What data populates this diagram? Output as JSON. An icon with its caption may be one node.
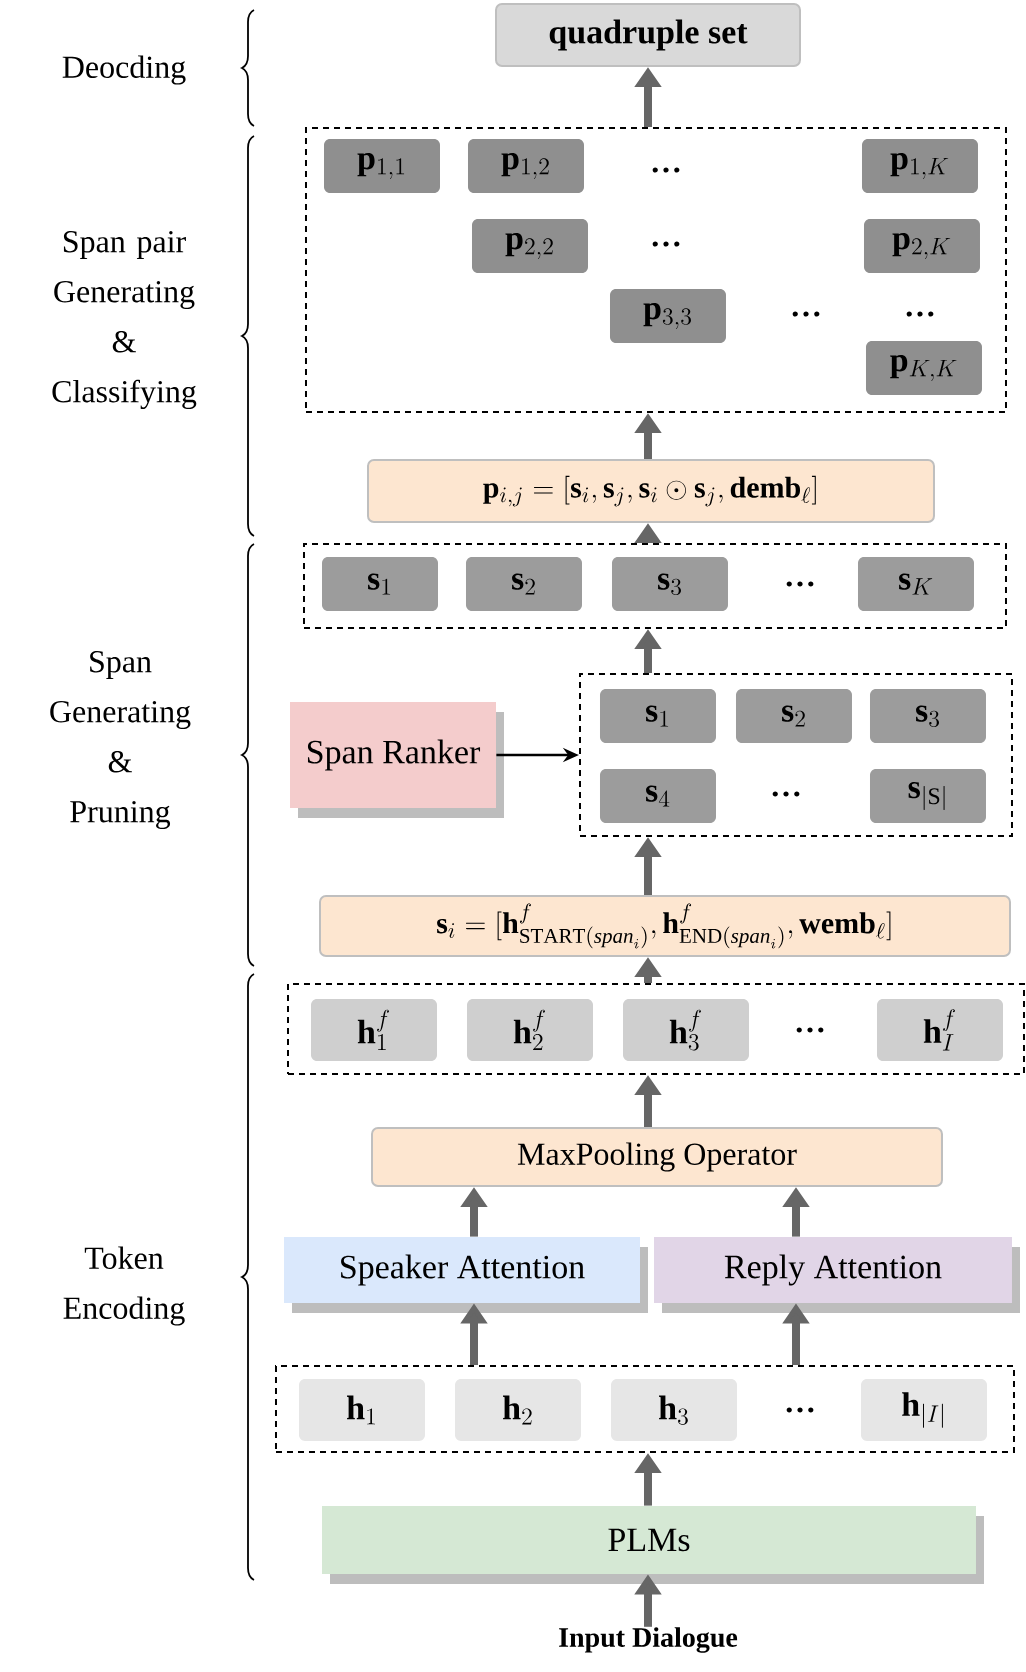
{
  "diagram": {
    "nodes": [
      {
        "text": [
          "quadruple set"
        ]
      },
      {
        "text": [],
        "shape": "box"
      },
      {
        "text": [
          "\\mathbf{p}_{1,1}"
        ],
        "in": 1
      },
      {
        "text": [
          "\\mathbf{p}_{1,2}"
        ],
        "in": 1
      },
      {
        "text": [
          "\\mathbf{p}_{1,K}"
        ],
        "in": 1
      },
      {
        "text": [
          "\\mathbf{p}_{2,2}"
        ],
        "in": 1
      },
      {
        "text": [
          "\\mathbf{p}_{2,K}"
        ],
        "in": 1
      },
      {
        "text": [
          "\\mathbf{p}_{3,3}"
        ],
        "in": 1
      },
      {
        "text": [
          "\\mathbf{p}_{K,K}"
        ],
        "in": 1
      },
      {
        "text": [
          "\\mathbf{p}_{i,j} = [\\mathbf{s}_i, \\mathbf{s}_j, \\mathbf{s}_i \\odot \\mathbf{s}_j, \\mathbf{demb}_\\ell]"
        ]
      },
      {
        "text": [],
        "shape": "box"
      },
      {
        "text": [
          "\\mathbf{s}_1"
        ],
        "in": 10
      },
      {
        "text": [
          "\\mathbf{s}_2"
        ],
        "in": 10
      },
      {
        "text": [
          "\\mathbf{s}_3"
        ],
        "in": 10
      },
      {
        "text": [
          "\\mathbf{s}_K"
        ],
        "in": 10
      },
      {
        "text": [
          "Span Ranker"
        ]
      },
      {
        "text": [],
        "shape": "box"
      },
      {
        "text": [
          "\\mathbf{s}_1"
        ],
        "in": 16
      },
      {
        "text": [
          "\\mathbf{s}_2"
        ],
        "in": 16
      },
      {
        "text": [
          "\\mathbf{s}_3"
        ],
        "in": 16
      },
      {
        "text": [
          "\\mathbf{s}_4"
        ],
        "in": 16
      },
      {
        "text": [
          "\\mathbf{s}_{|\\mathrm{S}|}"
        ],
        "in": 16
      },
      {
        "text": [
          "\\mathbf{s}_i = [\\mathbf{h}^f_{\\mathrm{START}(\\mathit{span}_i)}, \\mathbf{h}^f_{\\mathrm{END}(\\mathit{span}_i)}, \\mathbf{wemb}_\\ell]"
        ]
      },
      {
        "text": [],
        "shape": "box"
      },
      {
        "text": [
          "\\mathbf{h}^f_1"
        ],
        "in": 23
      },
      {
        "text": [
          "\\mathbf{h}^f_2"
        ],
        "in": 23
      },
      {
        "text": [
          "\\mathbf{h}^f_3"
        ],
        "in": 23
      },
      {
        "text": [
          "\\mathbf{h}^f_I"
        ],
        "in": 23
      },
      {
        "text": [
          "MaxPooling Operator"
        ]
      },
      {
        "text": [
          "Speaker Attention"
        ]
      },
      {
        "text": [
          "Reply Attention"
        ]
      },
      {
        "text": [],
        "shape": "box"
      },
      {
        "text": [
          "\\mathbf{h}_1"
        ],
        "in": 31
      },
      {
        "text": [
          "\\mathbf{h}_2"
        ],
        "in": 31
      },
      {
        "text": [
          "\\mathbf{h}_3"
        ],
        "in": 31
      },
      {
        "text": [
          "\\mathbf{h}_{|I|}"
        ],
        "in": 31
      },
      {
        "text": [
          "PLMs"
        ]
      },
      {
        "text": [
          "Input Dialogue"
        ]
      }
    ],
    "edges": [
      {
        "from": 1,
        "to": 0,
        "arrow": "to"
      },
      {
        "from": 9,
        "to": 1,
        "arrow": "to"
      },
      {
        "from": 10,
        "to": 9,
        "arrow": "to"
      },
      {
        "from": 16,
        "to": 10,
        "arrow": "to"
      },
      {
        "from": 15,
        "to": 16,
        "arrow": "to",
        "color": "#000000"
      },
      {
        "from": 22,
        "to": 16,
        "arrow": "to"
      },
      {
        "from": 23,
        "to": 22,
        "arrow": "to"
      },
      {
        "from": 28,
        "to": 23,
        "arrow": "to"
      },
      {
        "from": 29,
        "to": 28,
        "arrow": "to"
      },
      {
        "from": 30,
        "to": 28,
        "arrow": "to"
      },
      {
        "from": 31,
        "to": 29,
        "arrow": "to"
      },
      {
        "from": 31,
        "to": 30,
        "arrow": "to"
      },
      {
        "from": 36,
        "to": 31,
        "arrow": "to"
      },
      {
        "from": 37,
        "to": 36,
        "arrow": "to"
      }
    ],
    "labels": [
      "Deocding",
      "…",
      "…",
      "Span pair Generating & Classifying",
      "…",
      "…",
      "…",
      "Span Generating & Pruning",
      "…",
      "…",
      "Token Encoding",
      "…"
    ]
  }
}
